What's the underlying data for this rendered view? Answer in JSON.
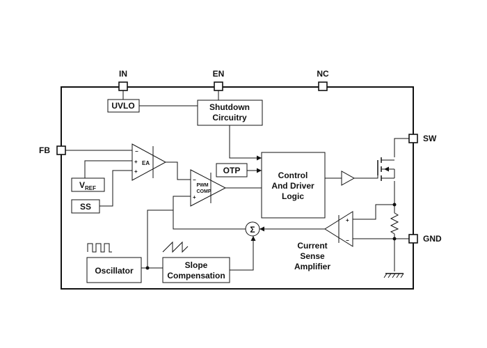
{
  "pins": {
    "in": "IN",
    "en": "EN",
    "nc": "NC",
    "fb": "FB",
    "sw": "SW",
    "gnd": "GND"
  },
  "blocks": {
    "uvlo": "UVLO",
    "shutdown_line1": "Shutdown",
    "shutdown_line2": "Circuitry",
    "otp": "OTP",
    "control_line1": "Control",
    "control_line2": "And Driver",
    "control_line3": "Logic",
    "vref_main": "V",
    "vref_sub": "REF",
    "ss": "SS",
    "oscillator": "Oscillator",
    "slope_line1": "Slope",
    "slope_line2": "Compensation",
    "ea": "EA",
    "pwm_line1": "PWM",
    "pwm_line2": "COMP",
    "sum_symbol": "Σ",
    "csa_line1": "Current",
    "csa_line2": "Sense",
    "csa_line3": "Amplifier"
  },
  "signs": {
    "minus": "−",
    "plus": "+"
  }
}
